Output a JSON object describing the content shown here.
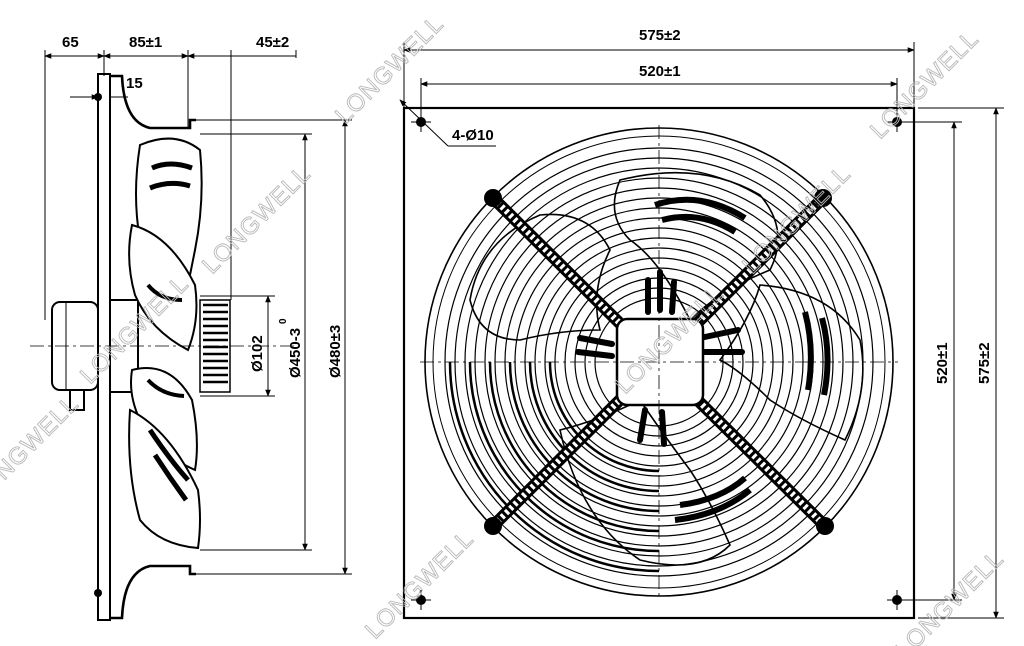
{
  "diagram": {
    "watermark": "LONGWELL",
    "side_view": {
      "dims": {
        "d65": "65",
        "d85": "85±1",
        "d45": "45±2",
        "d15": "15",
        "dia102": "Ø102",
        "dia450": "Ø450-3",
        "dia450_tol": "0",
        "dia480": "Ø480±3"
      }
    },
    "front_view": {
      "dims": {
        "width_outer": "575±2",
        "width_holes": "520±1",
        "holes": "4-Ø10",
        "height_holes": "520±1",
        "height_outer": "575±2"
      }
    }
  }
}
